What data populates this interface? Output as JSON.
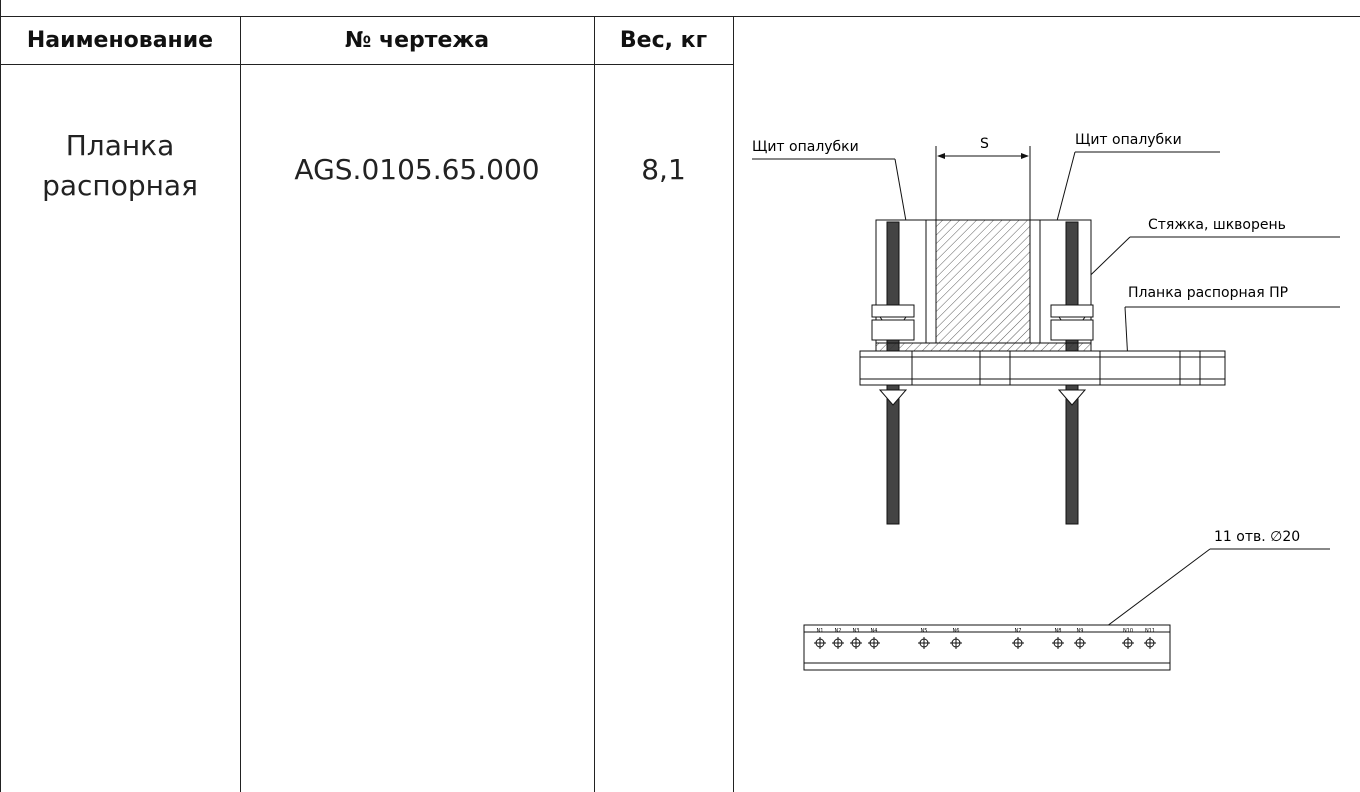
{
  "table": {
    "headers": {
      "name": "Наименование",
      "drawing": "№ чертежа",
      "weight": "Вес, кг"
    },
    "row": {
      "name_line1": "Планка",
      "name_line2": "распорная",
      "drawing": "AGS.0105.65.000",
      "weight": "8,1"
    }
  },
  "drawing": {
    "label_formwork_left": "Щит опалубки",
    "label_formwork_right": "Щит опалубки",
    "label_gap": "S",
    "label_tie": "Стяжка, шкворень",
    "label_plank": "Планка распорная ПР",
    "label_holes": "11 отв. ∅20",
    "hole_labels": [
      "N1",
      "N2",
      "N3",
      "N4",
      "N5",
      "N6",
      "N7",
      "N8",
      "N9",
      "N10",
      "N11"
    ]
  }
}
